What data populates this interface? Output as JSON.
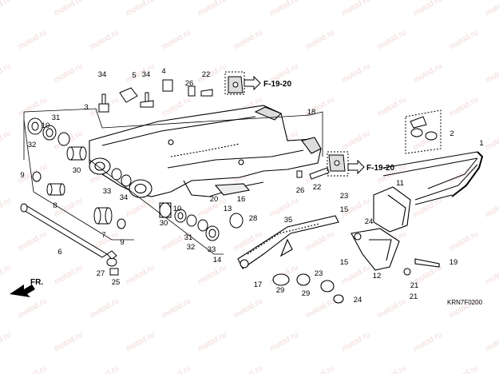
{
  "diagram": {
    "code": "KRN7F0200",
    "watermark": "motod.ru",
    "watermark_color": "#e4a9a9",
    "front_label": "FR.",
    "references": [
      "F-19-20",
      "F-19-20"
    ],
    "callouts": [
      "1",
      "2",
      "3",
      "4",
      "5",
      "6",
      "7",
      "8",
      "9",
      "9",
      "10",
      "10",
      "11",
      "12",
      "13",
      "14",
      "15",
      "15",
      "16",
      "17",
      "18",
      "19",
      "20",
      "21",
      "21",
      "22",
      "22",
      "23",
      "23",
      "24",
      "24",
      "25",
      "26",
      "26",
      "27",
      "28",
      "29",
      "29",
      "30",
      "30",
      "31",
      "31",
      "32",
      "32",
      "33",
      "33",
      "34",
      "34",
      "34",
      "35"
    ]
  }
}
